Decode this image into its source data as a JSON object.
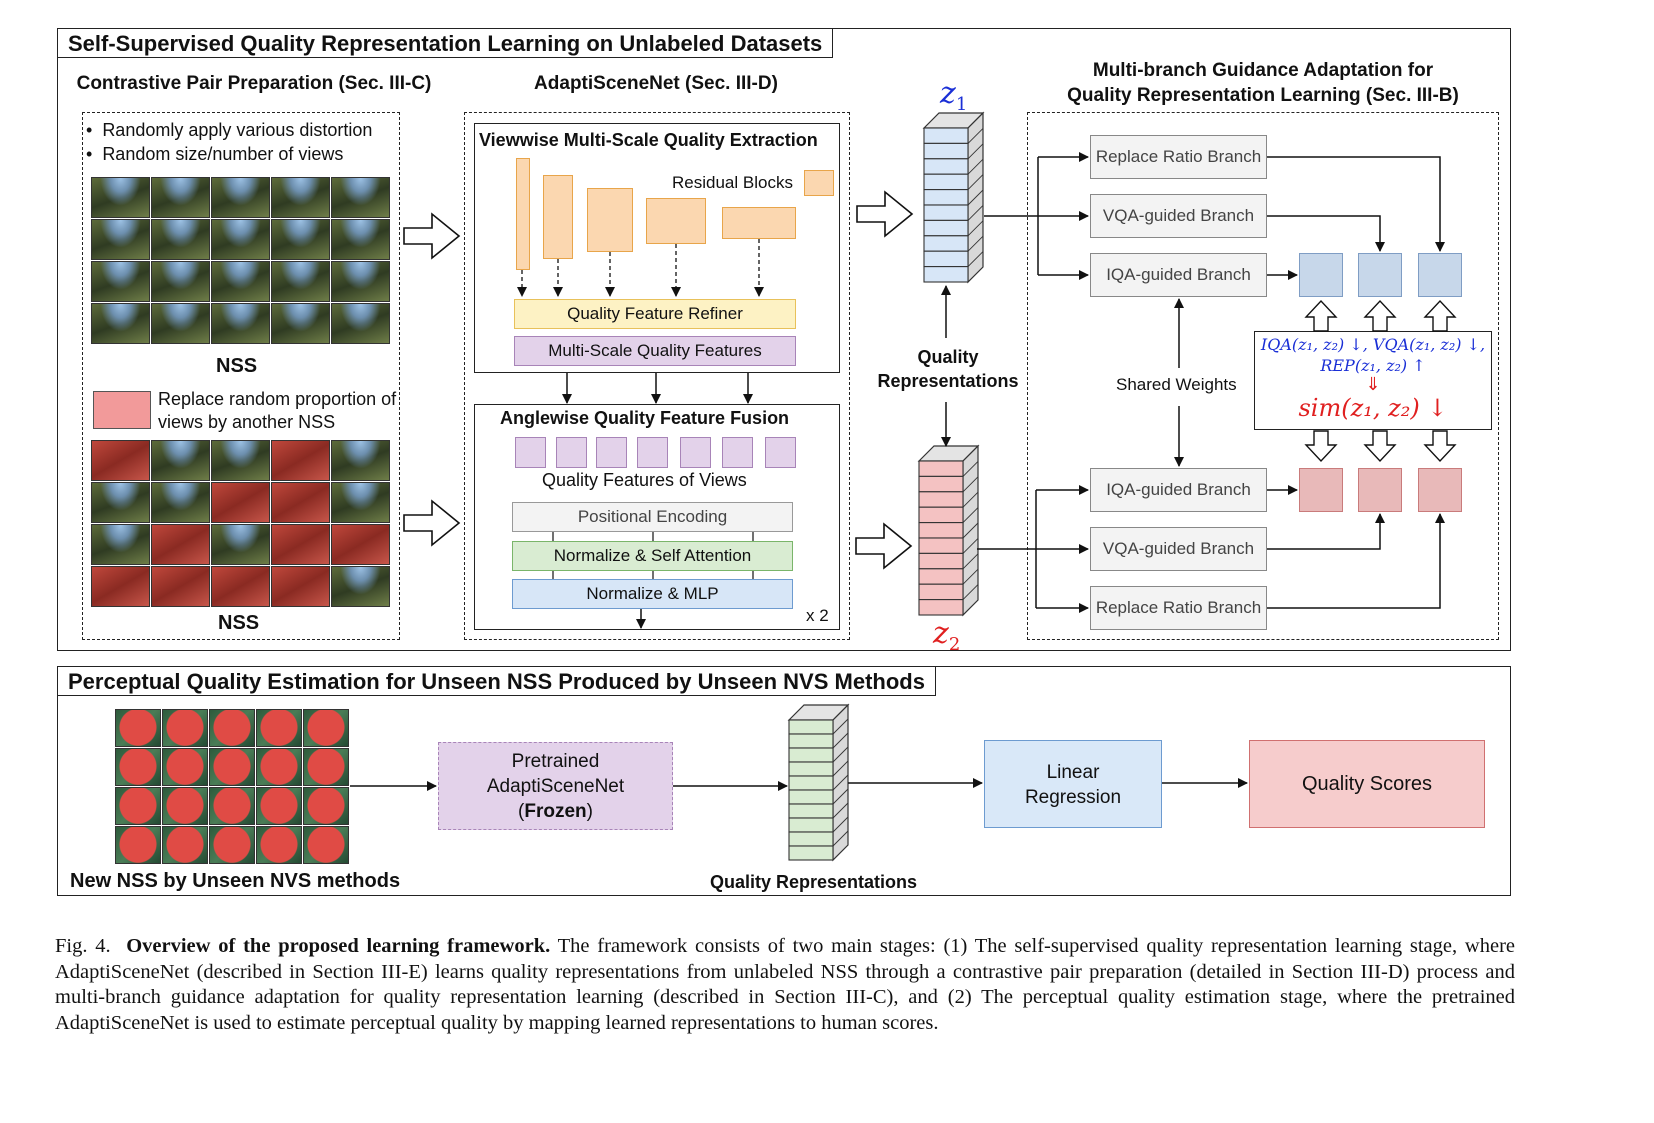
{
  "colors": {
    "orange": "#fbd7b0",
    "orange_border": "#e8a54a",
    "yellow": "#fdf2c4",
    "purple": "#e3d2ea",
    "purple_border": "#a884b8",
    "green": "#d9ecd2",
    "blue": "#d7e6f7",
    "red_rep": "#f4c2c2",
    "blue_sq": "#c7d7ea",
    "red_sq": "#e8b9b9",
    "linear": "#d9e8f8",
    "scores": "#f6cccc",
    "z1_color": "#1a2fd6",
    "z2_color": "#e02020"
  },
  "stage1": {
    "title": "Self-Supervised Quality Representation Learning on Unlabeled Datasets",
    "contrastive": {
      "header": "Contrastive Pair Preparation (Sec. III-C)",
      "bullet1": "Randomly apply various distortion",
      "bullet2": "Random size/number of views",
      "nss_label_top": "NSS",
      "legend": "Replace random proportion of views by another NSS",
      "nss_label_bottom": "NSS"
    },
    "adapti": {
      "header": "AdaptiSceneNet (Sec. III-D)",
      "viewwise_title": "Viewwise Multi-Scale Quality Extraction",
      "residual_blocks": "Residual Blocks",
      "refiner": "Quality Feature Refiner",
      "msqf": "Multi-Scale Quality Features",
      "anglewise_title": "Anglewise Quality Feature Fusion",
      "views_label": "Quality Features of Views",
      "pos_enc": "Positional Encoding",
      "norm_attn": "Normalize & Self Attention",
      "norm_mlp": "Normalize & MLP",
      "repeat": "x 2"
    },
    "reps": {
      "z1": "z",
      "z1_sub": "1",
      "z2": "z",
      "z2_sub": "2",
      "label": "Quality Representations"
    },
    "multibranch": {
      "header_line1": "Multi-branch Guidance Adaptation for",
      "header_line2": "Quality Representation Learning (Sec. III-B)",
      "replace_top": "Replace Ratio Branch",
      "vqa_top": "VQA-guided Branch",
      "iqa_top": "IQA-guided Branch",
      "shared": "Shared Weights",
      "iqa_bottom": "IQA-guided Branch",
      "vqa_bottom": "VQA-guided Branch",
      "replace_bottom": "Replace Ratio Branch",
      "loss_line1": "IQA(z₁, z₂) ↓, VQA(z₁, z₂) ↓,",
      "loss_line2": "REP(z₁, z₂) ↑",
      "sim_arrow": "⇓",
      "sim": "sim(z₁, z₂) ↓"
    }
  },
  "stage2": {
    "title": "Perceptual Quality Estimation for Unseen NSS Produced by Unseen NVS Methods",
    "new_nss": "New NSS by Unseen NVS methods",
    "pretrained_line1": "Pretrained",
    "pretrained_line2": "AdaptiSceneNet",
    "pretrained_line3_open": "(",
    "pretrained_line3_bold": "Frozen",
    "pretrained_line3_close": ")",
    "reps_label": "Quality Representations",
    "linear_line1": "Linear",
    "linear_line2": "Regression",
    "scores": "Quality Scores"
  },
  "caption": {
    "fig": "Fig. 4.",
    "bold": "Overview of the proposed learning framework.",
    "text": "The framework consists of two main stages: (1) The self-supervised quality representation learning stage, where AdaptiSceneNet (described in Section III-E) learns quality representations from unlabeled NSS through a contrastive pair preparation (detailed in Section III-D) process and multi-branch guidance adaptation for quality representation learning (described in Section III-C), and (2) The perceptual quality estimation stage, where the pretrained AdaptiSceneNet is used to estimate perceptual quality by mapping learned representations to human scores."
  }
}
